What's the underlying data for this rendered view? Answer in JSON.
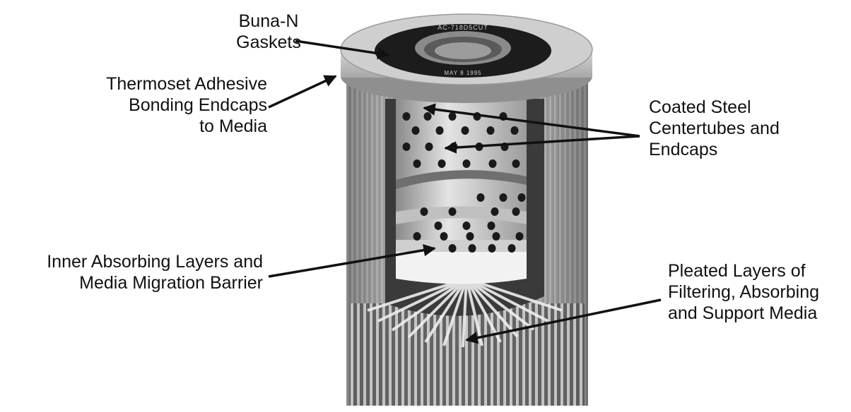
{
  "labels": {
    "gaskets": [
      "Buna-N",
      "Gaskets"
    ],
    "adhesive": [
      "Thermoset Adhesive",
      "Bonding Endcaps",
      "to Media"
    ],
    "centertubes": [
      "Coated Steel",
      "Centertubes and",
      "Endcaps"
    ],
    "inner": [
      "Inner Absorbing Layers and",
      "Media Migration Barrier"
    ],
    "pleated": [
      "Pleated Layers of",
      "Filtering, Absorbing",
      "and Support Media"
    ]
  },
  "endcap_text": {
    "part_number": "AC-718D5CUT",
    "date": "MAY 8  1995"
  },
  "colors": {
    "ink": "#111111",
    "background": "#ffffff"
  }
}
